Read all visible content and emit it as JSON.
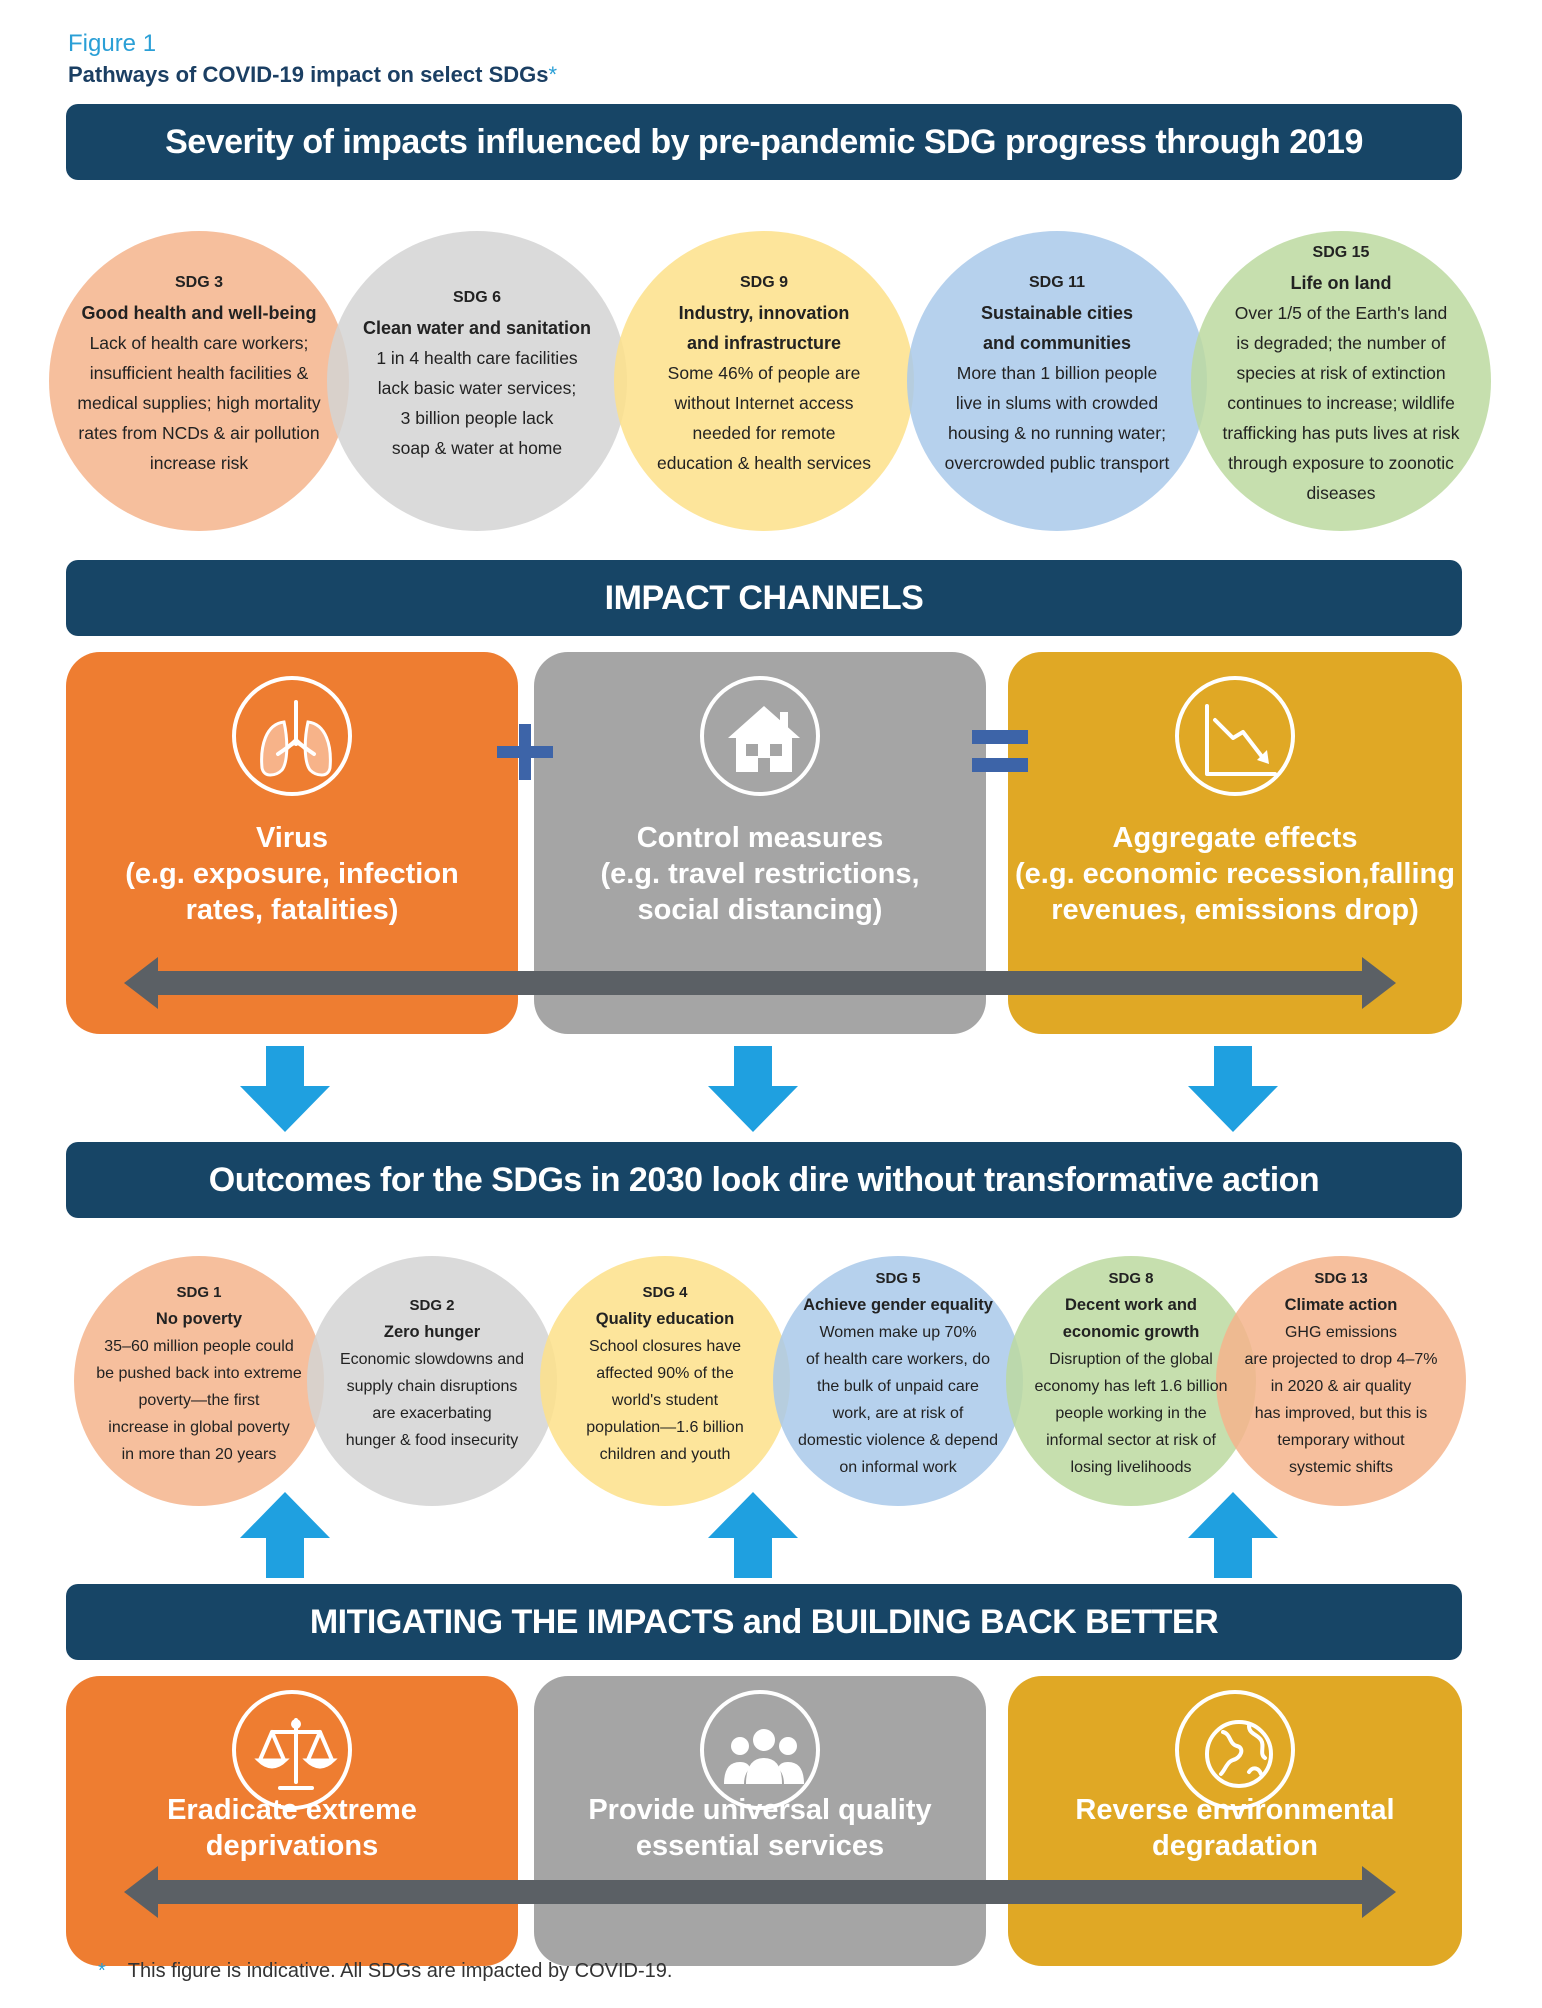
{
  "figure": {
    "label": "Figure 1",
    "title": "Pathways of COVID-19 impact on select SDGs",
    "title_mark": "*"
  },
  "banners": {
    "severity": "Severity of impacts influenced by pre-pandemic SDG progress through 2019",
    "channels": "IMPACT CHANNELS",
    "outcomes": "Outcomes for the SDGs in 2030 look dire without transformative action",
    "mitigating": "MITIGATING THE IMPACTS and BUILDING BACK BETTER"
  },
  "pre_sdgs": [
    {
      "num": "SDG 3",
      "title": [
        "Good health and well-being"
      ],
      "lines": [
        "Lack of health care workers;",
        "insufficient health facilities &",
        "medical supplies; high mortality",
        "rates from NCDs & air pollution",
        "increase risk"
      ],
      "color": "#f5b48c"
    },
    {
      "num": "SDG 6",
      "title": [
        "Clean water and sanitation"
      ],
      "lines": [
        "1 in 4 health care facilities",
        "lack basic water services;",
        "3 billion people lack",
        "soap & water at home"
      ],
      "color": "#d3d3d3"
    },
    {
      "num": "SDG 9",
      "title": [
        "Industry, innovation",
        "and infrastructure"
      ],
      "lines": [
        "Some 46% of people are",
        "without Internet access",
        "needed for remote",
        "education & health services"
      ],
      "color": "#fde08a"
    },
    {
      "num": "SDG 11",
      "title": [
        "Sustainable cities",
        "and communities"
      ],
      "lines": [
        "More than 1 billion people",
        "live in slums with crowded",
        "housing & no running water;",
        "overcrowded public transport"
      ],
      "color": "#a9c9ea"
    },
    {
      "num": "SDG 15",
      "title": [
        "Life on land"
      ],
      "lines": [
        "Over 1/5 of the Earth's land",
        "is degraded; the number of",
        "species at risk of extinction",
        "continues to increase; wildlife",
        "trafficking has puts lives at risk",
        "through exposure to zoonotic",
        "diseases"
      ],
      "color": "#bcd9a0"
    }
  ],
  "channels": [
    {
      "icon": "lungs-icon",
      "lines": [
        "Virus",
        "(e.g. exposure, infection",
        "rates, fatalities)"
      ],
      "color": "#ee7d31"
    },
    {
      "icon": "house-icon",
      "lines": [
        "Control measures",
        "(e.g. travel restrictions,",
        "social distancing)"
      ],
      "color": "#a5a5a5"
    },
    {
      "icon": "falling-chart-icon",
      "lines": [
        "Aggregate effects",
        "(e.g. economic recession,falling",
        "revenues, emissions drop)"
      ],
      "color": "#e0a825"
    }
  ],
  "operators": {
    "plus": "+",
    "equals": "="
  },
  "outcome_sdgs": [
    {
      "num": "SDG 1",
      "title": [
        "No poverty"
      ],
      "lines": [
        "35–60 million people could",
        "be pushed back into extreme",
        "poverty—the first",
        "increase in global poverty",
        "in more than 20 years"
      ],
      "color": "#f5b48c"
    },
    {
      "num": "SDG 2",
      "title": [
        "Zero hunger"
      ],
      "lines": [
        "Economic slowdowns and",
        "supply chain disruptions",
        "are exacerbating",
        "hunger & food insecurity"
      ],
      "color": "#d3d3d3"
    },
    {
      "num": "SDG 4",
      "title": [
        "Quality education"
      ],
      "lines": [
        "School closures have",
        "affected 90% of the",
        "world's student",
        "population—1.6 billion",
        "children and youth"
      ],
      "color": "#fde08a"
    },
    {
      "num": "SDG 5",
      "title": [
        "Achieve gender equality"
      ],
      "lines": [
        "Women make up 70%",
        "of health care workers, do",
        "the bulk of unpaid care",
        "work, are at risk of",
        "domestic violence & depend",
        "on informal work"
      ],
      "color": "#a9c9ea"
    },
    {
      "num": "SDG 8",
      "title": [
        "Decent work and",
        "economic growth"
      ],
      "lines": [
        "Disruption of the global",
        "economy has left 1.6 billion",
        "people working in the",
        "informal sector at risk of",
        "losing livelihoods"
      ],
      "color": "#bcd9a0"
    },
    {
      "num": "SDG 13",
      "title": [
        "Climate action"
      ],
      "lines": [
        "GHG emissions",
        "are projected to drop 4–7%",
        "in 2020 & air quality",
        "has improved, but this is",
        "temporary without",
        "systemic shifts"
      ],
      "color": "#f5b48c"
    }
  ],
  "mitigation": [
    {
      "icon": "scales-icon",
      "lines": [
        "Eradicate extreme",
        "deprivations"
      ],
      "color": "#ee7d31"
    },
    {
      "icon": "people-icon",
      "lines": [
        "Provide universal quality",
        "essential services"
      ],
      "color": "#a5a5a5"
    },
    {
      "icon": "globe-icon",
      "lines": [
        "Reverse environmental",
        "degradation"
      ],
      "color": "#e0a825"
    }
  ],
  "footnote": {
    "mark": "*",
    "text": "This figure is indicative. All SDGs are impacted by COVID-19."
  },
  "colors": {
    "banner": "#174566",
    "arrow_blue": "#1fa0e0",
    "double_arrow": "#5b6065",
    "plus_blue": "#3d64a8"
  }
}
